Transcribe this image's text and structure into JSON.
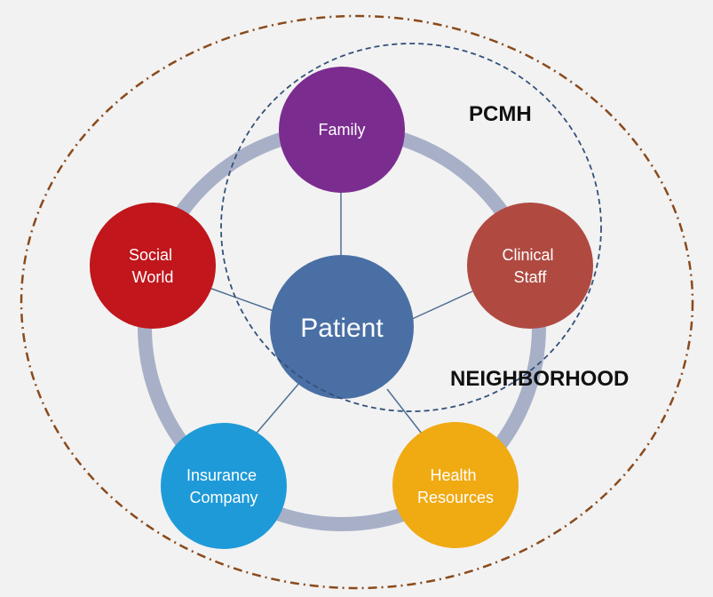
{
  "diagram": {
    "center": {
      "label": "Patient",
      "color": "#4a6fa5"
    },
    "nodes": {
      "family": {
        "lines": [
          "Family"
        ],
        "color": "#7b2c8f"
      },
      "clinical_staff": {
        "lines": [
          "Clinical",
          "Staff"
        ],
        "color": "#b04a41"
      },
      "health_resources": {
        "lines": [
          "Health",
          "Resources"
        ],
        "color": "#f0aa12"
      },
      "insurance_company": {
        "lines": [
          "Insurance",
          "Company"
        ],
        "color": "#1e9ad8"
      },
      "social_world": {
        "lines": [
          "Social",
          "World"
        ],
        "color": "#c0161c"
      }
    },
    "regions": {
      "pcmh": {
        "label": "PCMH",
        "border_color": "#34527a"
      },
      "neighborhood": {
        "label": "NEIGHBORHOOD",
        "border_color": "#8a4a1c"
      }
    },
    "ring_color": "#a8b0c8",
    "connector_color": "#4f6f94"
  }
}
